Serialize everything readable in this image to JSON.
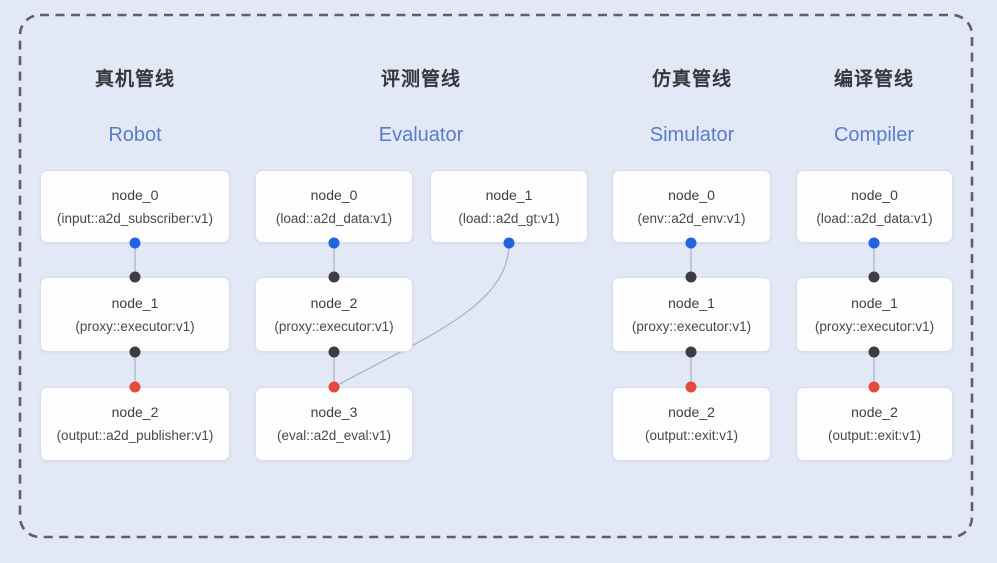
{
  "diagram": {
    "colors": {
      "bg": "#e2e8f6",
      "frame": "#5d6066",
      "edge": "#a7b0c5",
      "card_bg": "#fdfdfe",
      "card_border": "#d9dde7",
      "title_zh": "#35373c",
      "title_en": "#5b7cc8",
      "node_text1": "#3c3e43",
      "node_text2": "#474950",
      "dot_blue": "#2264e0",
      "dot_black": "#3c3d40",
      "dot_red": "#e74a3c"
    },
    "pipelines": [
      {
        "title_zh": "真机管线",
        "title_en": "Robot",
        "nodes": [
          {
            "line1": "node_0",
            "line2": "(input::a2d_subscriber:v1)"
          },
          {
            "line1": "node_1",
            "line2": "(proxy::executor:v1)"
          },
          {
            "line1": "node_2",
            "line2": "(output::a2d_publisher:v1)"
          }
        ]
      },
      {
        "title_zh": "评测管线",
        "title_en": "Evaluator",
        "nodes": [
          {
            "line1": "node_0",
            "line2": "(load::a2d_data:v1)"
          },
          {
            "line1": "node_1",
            "line2": "(load::a2d_gt:v1)"
          },
          {
            "line1": "node_2",
            "line2": "(proxy::executor:v1)"
          },
          {
            "line1": "node_3",
            "line2": "(eval::a2d_eval:v1)"
          }
        ]
      },
      {
        "title_zh": "仿真管线",
        "title_en": "Simulator",
        "nodes": [
          {
            "line1": "node_0",
            "line2": "(env::a2d_env:v1)"
          },
          {
            "line1": "node_1",
            "line2": "(proxy::executor:v1)"
          },
          {
            "line1": "node_2",
            "line2": "(output::exit:v1)"
          }
        ]
      },
      {
        "title_zh": "编译管线",
        "title_en": "Compiler",
        "nodes": [
          {
            "line1": "node_0",
            "line2": "(load::a2d_data:v1)"
          },
          {
            "line1": "node_1",
            "line2": "(proxy::executor:v1)"
          },
          {
            "line1": "node_2",
            "line2": "(output::exit:v1)"
          }
        ]
      }
    ]
  }
}
